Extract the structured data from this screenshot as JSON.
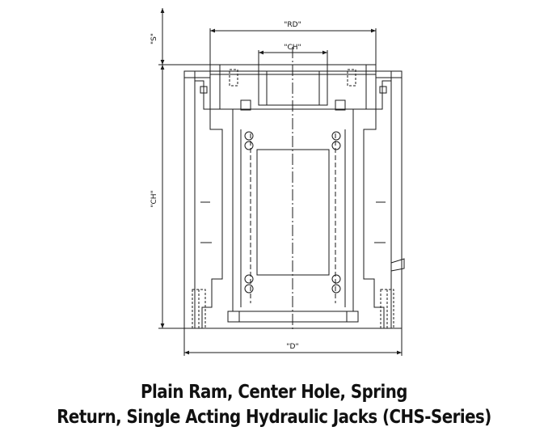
{
  "caption": {
    "line1": "Plain Ram, Center Hole, Spring",
    "line2": "Return, Single Acting Hydraulic Jacks (CHS-Series)"
  },
  "dimensions": {
    "stroke": "\"S\"",
    "ram_diameter": "\"RD\"",
    "center_hole_top": "\"CH\"",
    "collapsed_height": "\"CH\"",
    "outer_diameter": "\"D\""
  },
  "colors": {
    "line": "#1a1a1a",
    "background": "#ffffff"
  }
}
